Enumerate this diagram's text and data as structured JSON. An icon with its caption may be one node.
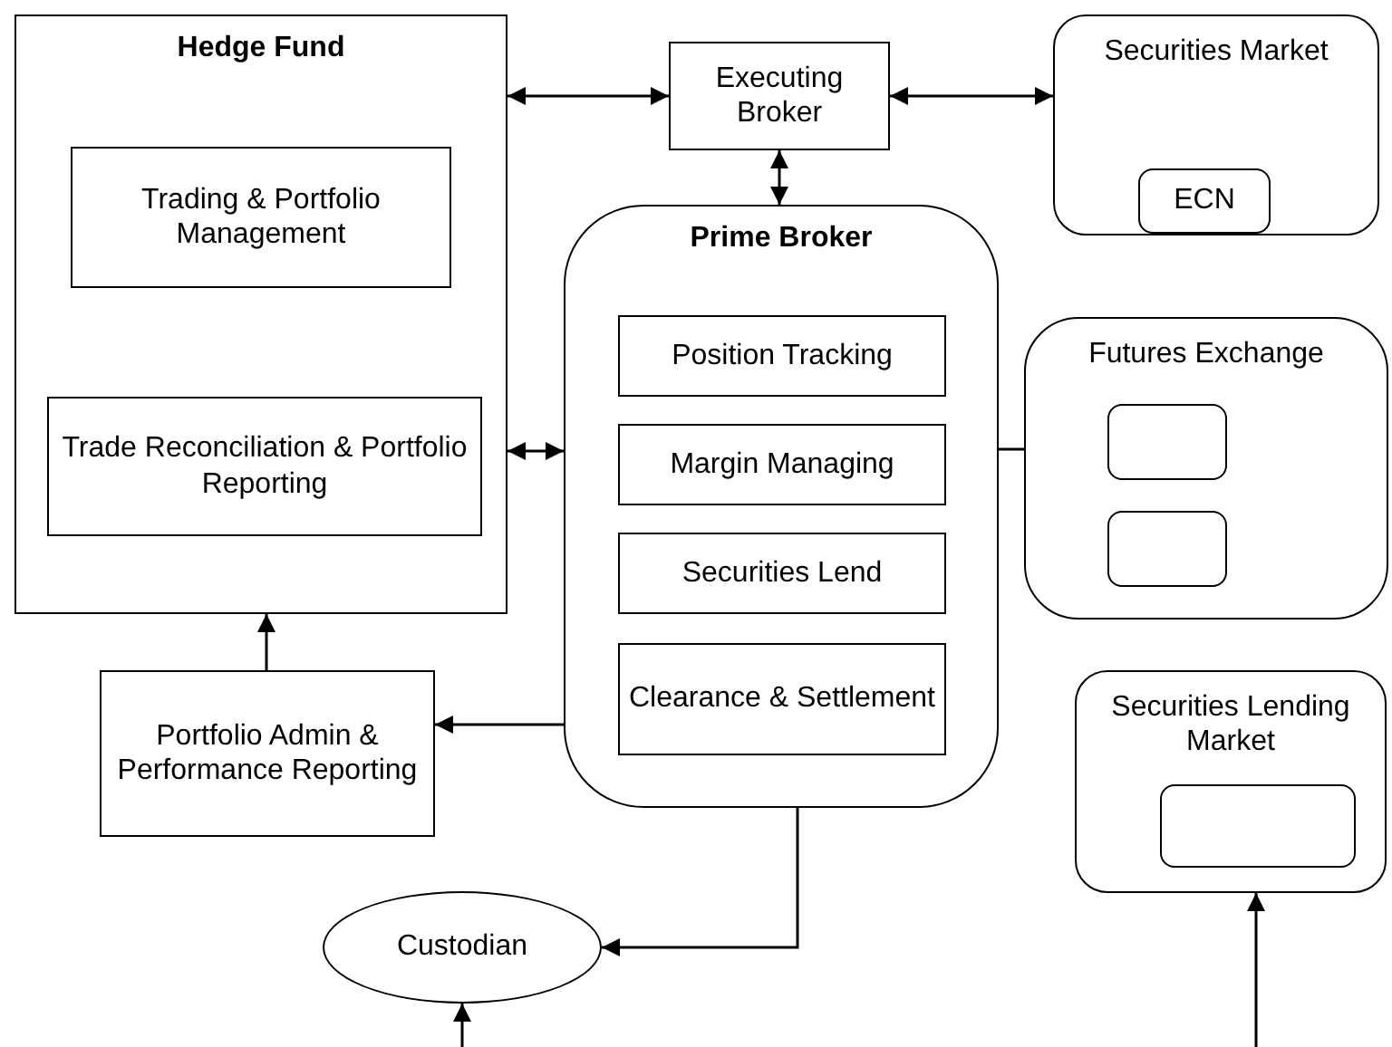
{
  "diagram": {
    "nodes": [
      {
        "text": [
          "Hedge Fund"
        ]
      },
      {
        "text": [
          "Trading & Portfolio Management"
        ],
        "in": 0
      },
      {
        "text": [
          "Trade Reconciliation & Portfolio Reporting"
        ],
        "in": 0
      },
      {
        "text": [
          "Executing Broker"
        ]
      },
      {
        "text": [
          "Prime Broker"
        ]
      },
      {
        "text": [
          "Position Tracking"
        ],
        "in": 4
      },
      {
        "text": [
          "Margin Managing"
        ],
        "in": 4
      },
      {
        "text": [
          "Securities Lend"
        ],
        "in": 4
      },
      {
        "text": [
          "Clearance & Settlement"
        ],
        "in": 4
      },
      {
        "text": [
          "Securities Market"
        ]
      },
      {
        "text": [
          "ECN"
        ],
        "in": 9
      },
      {
        "text": [
          "Futures Exchange"
        ]
      },
      {
        "text": [],
        "shape": "box",
        "in": 11
      },
      {
        "text": [],
        "shape": "box",
        "in": 11
      },
      {
        "text": [
          "Portfolio Admin & Performance Reporting"
        ]
      },
      {
        "text": [
          "Securities Lending Market"
        ]
      },
      {
        "text": [],
        "shape": "box",
        "in": 15
      },
      {
        "text": [
          "Custodian"
        ]
      }
    ],
    "edges": [
      {
        "from": 0,
        "to": 3,
        "arrow": "both"
      },
      {
        "from": 3,
        "to": 9,
        "arrow": "both"
      },
      {
        "from": 3,
        "to": 4,
        "arrow": "both"
      },
      {
        "from": 0,
        "to": 4,
        "arrow": "both"
      },
      {
        "from": 4,
        "to": 11,
        "arrow": "none"
      },
      {
        "from": 4,
        "to": 14,
        "arrow": "to"
      },
      {
        "from": 14,
        "to": 0,
        "arrow": "to"
      },
      {
        "from": 4,
        "to": 17,
        "arrow": "to"
      },
      {
        "from": null,
        "to": 17,
        "arrow": "to"
      },
      {
        "from": null,
        "to": 15,
        "arrow": "to"
      }
    ]
  }
}
